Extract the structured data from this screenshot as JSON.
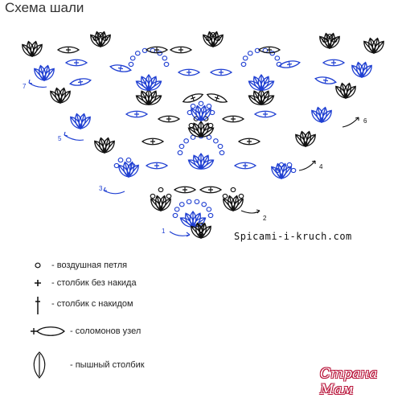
{
  "title": "Схема шали",
  "site": "Spicami-i-kruch.com",
  "watermark": "Страна Мам",
  "colors": {
    "blue": "#1f3fd2",
    "black": "#111111",
    "watermark": "#b8143a"
  },
  "row_numbers": [
    "1",
    "2",
    "3",
    "4",
    "5",
    "6",
    "7"
  ],
  "legend": [
    {
      "symbol": "chain-stitch",
      "label": "- воздушная петля"
    },
    {
      "symbol": "single-crochet",
      "label": "- столбик без накида"
    },
    {
      "symbol": "double-crochet",
      "label": "- столбик с накидом"
    },
    {
      "symbol": "solomon-knot",
      "label": "- соломонов узел"
    },
    {
      "symbol": "puff-stitch",
      "label": "- пышный столбик"
    }
  ]
}
